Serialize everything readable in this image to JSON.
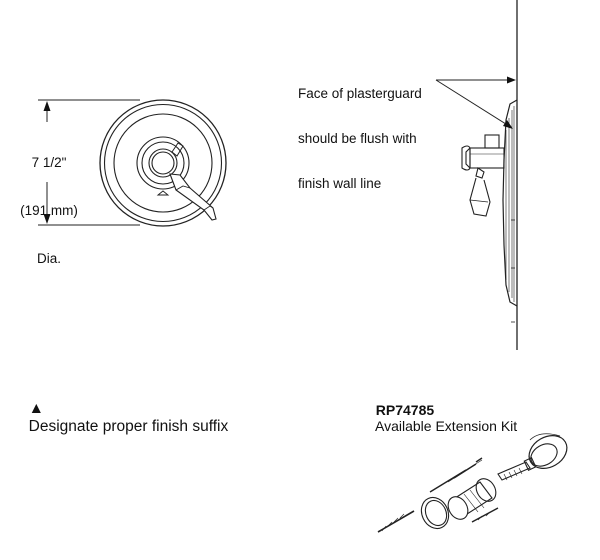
{
  "dimension": {
    "line1": "7 1/2\"",
    "line2": "(191 mm)",
    "line3": "Dia."
  },
  "callout": {
    "line1": "Face of plasterguard",
    "line2": "should be flush with",
    "line3": "finish wall line"
  },
  "note": {
    "symbol": "▲",
    "text": "Designate proper finish suffix"
  },
  "kit": {
    "part_number": "RP74785",
    "description": "Available Extension Kit"
  }
}
